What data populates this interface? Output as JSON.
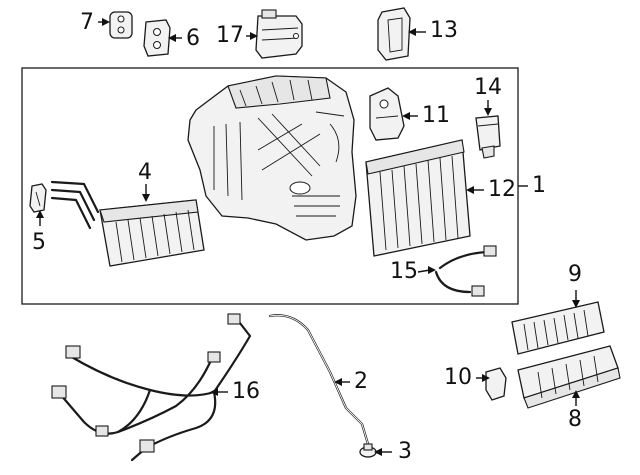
{
  "labels": {
    "p1": "1",
    "p2": "2",
    "p3": "3",
    "p4": "4",
    "p5": "5",
    "p6": "6",
    "p7": "7",
    "p8": "8",
    "p9": "9",
    "p10": "10",
    "p11": "11",
    "p12": "12",
    "p13": "13",
    "p14": "14",
    "p15": "15",
    "p16": "16",
    "p17": "17"
  },
  "colors": {
    "line": "#1a1a1a",
    "background": "#ffffff",
    "part_fill": "#f2f2f2"
  }
}
